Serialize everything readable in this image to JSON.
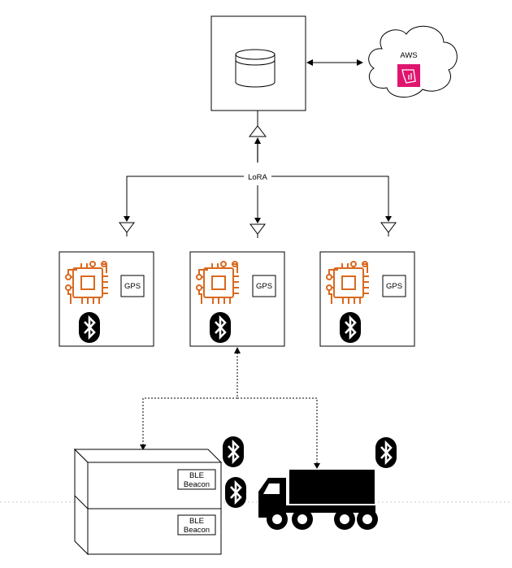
{
  "diagram": {
    "link_label": "LoRA",
    "cloud_label": "AWS",
    "nodes": [
      {
        "module_label": "GPS"
      },
      {
        "module_label": "GPS"
      },
      {
        "module_label": "GPS"
      }
    ],
    "beacons": [
      {
        "label_line1": "BLE",
        "label_line2": "Beacon"
      },
      {
        "label_line1": "BLE",
        "label_line2": "Beacon"
      }
    ],
    "colors": {
      "chip": "#d9691f",
      "aws": "#e0156f",
      "ble_badge": "#000000"
    },
    "icons": [
      "database-icon",
      "cloud-icon",
      "aws-icon",
      "antenna-icon",
      "chip-icon",
      "bluetooth-icon",
      "truck-icon"
    ]
  }
}
